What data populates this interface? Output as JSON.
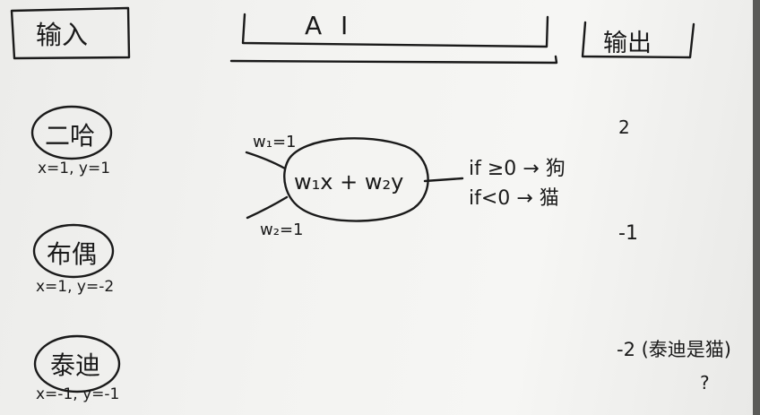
{
  "headers": {
    "input": "输入",
    "ai": "A I",
    "output": "输出"
  },
  "inputs": [
    {
      "name": "二哈",
      "values": "x=1, y=1"
    },
    {
      "name": "布偶",
      "values": "x=1, y=-2"
    },
    {
      "name": "泰迪",
      "values": "x=-1, y=-1"
    }
  ],
  "neuron": {
    "w1_label": "w₁=1",
    "w2_label": "w₂=1",
    "formula": "w₁x + w₂y",
    "rule1": "if ≥0 → 狗",
    "rule2": "if<0 → 猫"
  },
  "outputs": [
    {
      "value": "2"
    },
    {
      "value": "-1"
    },
    {
      "value": "-2 (泰迪是猫)"
    }
  ],
  "question": "?"
}
